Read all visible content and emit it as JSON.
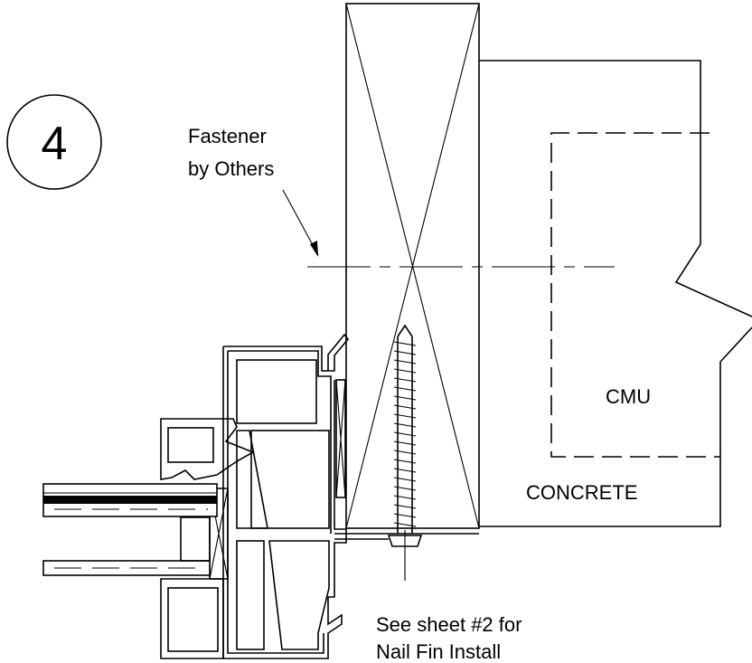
{
  "detail": {
    "number": "4"
  },
  "labels": {
    "fastener_line1": "Fastener",
    "fastener_line2": "by Others",
    "cmu": "CMU",
    "concrete": "CONCRETE",
    "see_sheet_line1": "See sheet #2 for",
    "see_sheet_line2": "Nail Fin Install"
  }
}
